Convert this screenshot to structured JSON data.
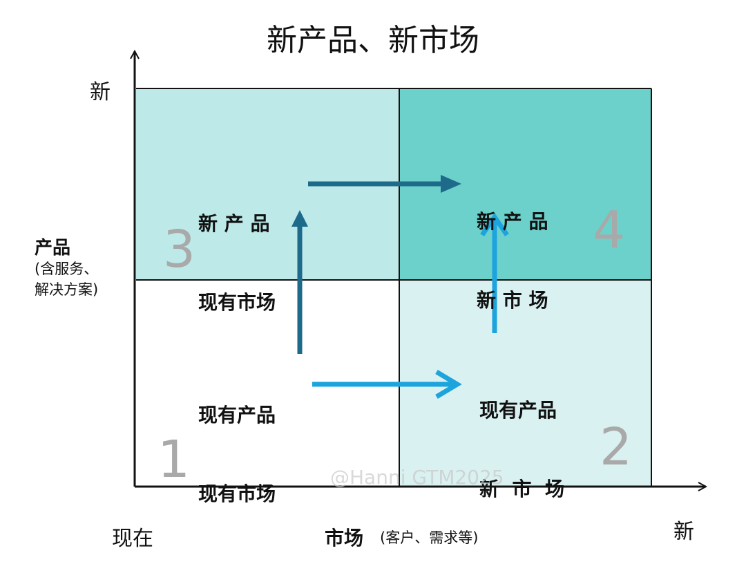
{
  "title": "新产品、新市场",
  "y_axis": {
    "top_label": "新",
    "title": "产品",
    "note_line1": "(含服务、",
    "note_line2": "解决方案)"
  },
  "x_axis": {
    "left_label": "现在",
    "right_label": "新",
    "title": "市场",
    "note": "(客户、需求等)"
  },
  "quadrants": {
    "q1": {
      "number": "1",
      "line1": "现有产品",
      "line2": "现有市场",
      "color": "#ffffff"
    },
    "q2": {
      "number": "2",
      "line1": "现有产品",
      "line2": "新  市  场",
      "color": "#daf1f1"
    },
    "q3": {
      "number": "3",
      "line1": "新 产 品",
      "line2": "现有市场",
      "color": "#bde9e9"
    },
    "q4": {
      "number": "4",
      "line1": "新 产 品",
      "line2": "新 市 场",
      "color": "#6cd1cb"
    }
  },
  "colors": {
    "arrow_dark": "#1e6a8a",
    "arrow_light": "#1ea4dd",
    "grid_line": "#111111"
  },
  "watermark": "@Hanni GTM2025"
}
